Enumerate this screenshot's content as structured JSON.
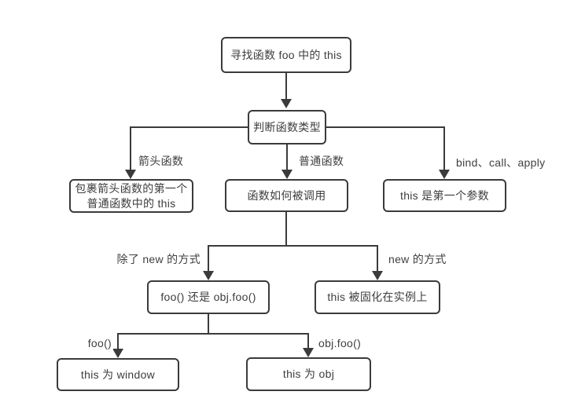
{
  "diagram": {
    "title_node": "寻找函数 foo 中的 this",
    "stroke_color": "#3b3b3b",
    "text_color": "#3d3d3d",
    "background_color": "#ffffff"
  },
  "nodes": {
    "find_this": {
      "label": "寻找函数 foo 中的 this"
    },
    "judge_type": {
      "label": "判断函数类型"
    },
    "arrow_fn_result": {
      "label": "包裹箭头函数的第一个\n普通函数中的 this"
    },
    "how_called": {
      "label": "函数如何被调用"
    },
    "first_param": {
      "label": "this 是第一个参数"
    },
    "foo_or_objfoo": {
      "label": "foo() 还是 obj.foo()"
    },
    "fixed_on_instance": {
      "label": "this 被固化在实例上"
    },
    "this_window": {
      "label": "this 为 window"
    },
    "this_obj": {
      "label": "this 为 obj"
    }
  },
  "edge_labels": {
    "arrow_fn": "箭头函数",
    "normal_fn": "普通函数",
    "bind_call_apply": "bind、call、apply",
    "except_new": "除了 new 的方式",
    "new_way": "new 的方式",
    "foo_call": "foo()",
    "obj_foo_call": "obj.foo()"
  }
}
